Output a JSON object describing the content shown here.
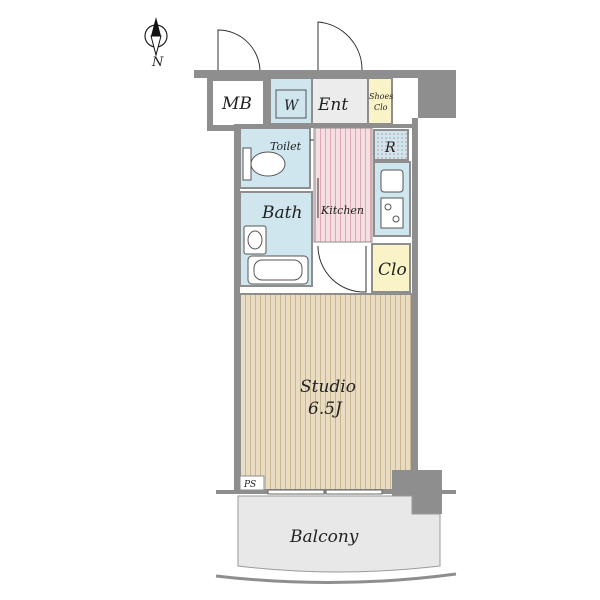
{
  "compass": {
    "label": "N"
  },
  "rooms": {
    "mb": "MB",
    "w": "W",
    "ent": "Ent",
    "shoes_clo_line1": "Shoes",
    "shoes_clo_line2": "Clo",
    "toilet": "Toilet",
    "r": "R",
    "bath": "Bath",
    "kitchen": "Kitchen",
    "clo": "Clo",
    "studio_line1": "Studio",
    "studio_line2": "6.5J",
    "ps": "PS",
    "balcony": "Balcony"
  },
  "colors": {
    "wall": "#9a9a9a",
    "wet_area": "#cfe6ee",
    "kitchen": "#f3d6da",
    "studio": "#e9dcc2",
    "closet": "#fbf3c8",
    "entrance": "#ececec",
    "balcony": "#e8e8e8"
  }
}
